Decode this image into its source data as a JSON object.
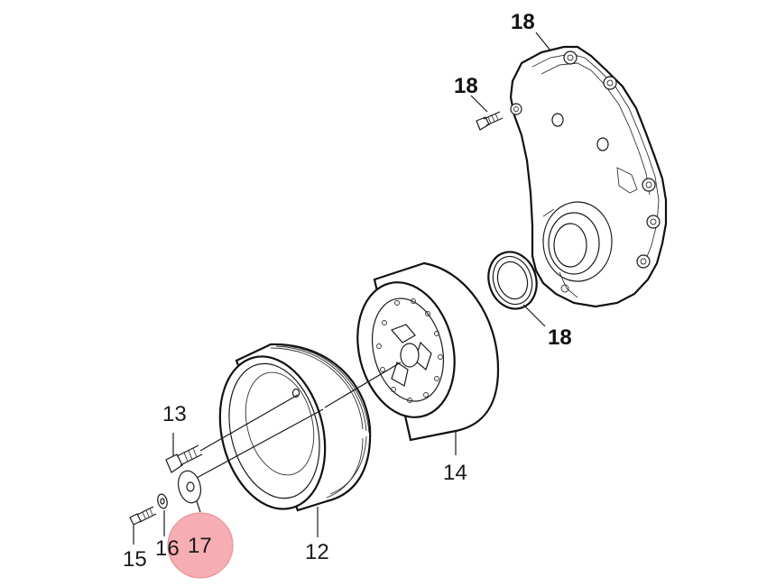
{
  "callouts": {
    "c13": "13",
    "c14": "14",
    "c12": "12",
    "c15": "15",
    "c16": "16",
    "c17": "17",
    "c18_top": "18",
    "c18_bolt": "18",
    "c18_seal": "18"
  },
  "colors": {
    "line": "#1a1a1a",
    "highlight_fill": "#f6a0a4",
    "highlight_stroke": "#e9868b"
  },
  "highlighted_callout": "17"
}
